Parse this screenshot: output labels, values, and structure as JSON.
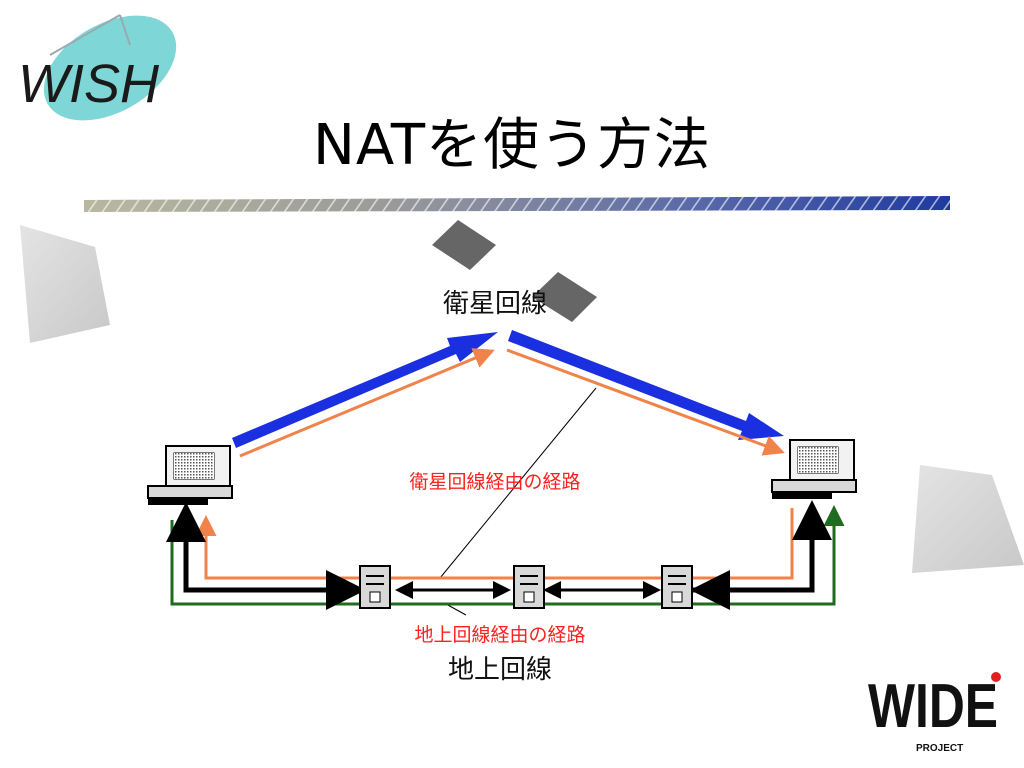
{
  "slide": {
    "title": "NATを使う方法",
    "logo_left_text": "WISH",
    "logo_right_text": "WIDE",
    "logo_right_subtext": "PROJECT"
  },
  "diagram": {
    "satellite_label": "衛星回線",
    "satellite_route_label": "衛星回線経由の経路",
    "ground_route_label": "地上回線経由の経路",
    "ground_label": "地上回線"
  },
  "colors": {
    "satellite_arrow": "#1a2fe0",
    "route_orange": "#f0834a",
    "ground_green": "#1f6b1f",
    "black_path": "#000000",
    "route_label_red": "#ff2020",
    "logo_ellipse": "#7fd6d6",
    "satellite_panel": "#666666"
  },
  "icons": {
    "satellite": "satellite-panel-icon",
    "computer": "desktop-computer-icon",
    "router": "router-tower-icon"
  }
}
